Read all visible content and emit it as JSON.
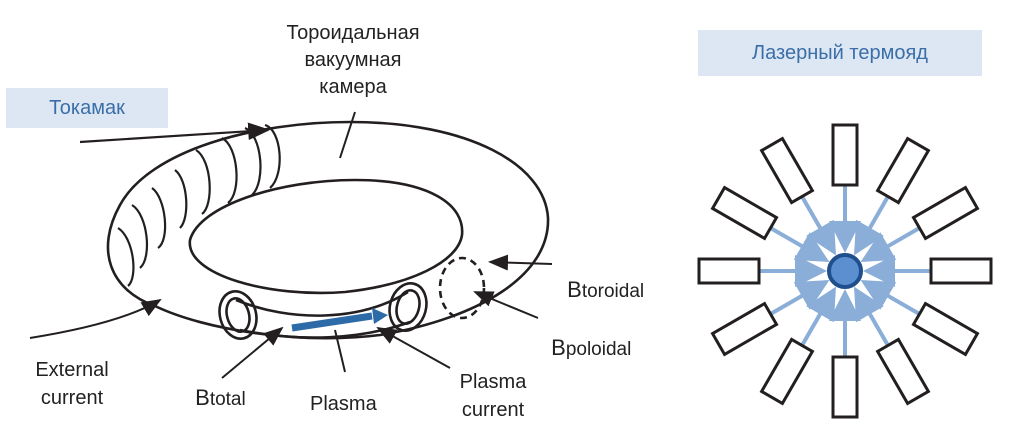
{
  "tokamak": {
    "title": "Токамак",
    "vacuum_chamber_label": "Тороидальная\nвакуумная\nкамера",
    "b_toroidal": {
      "main": "B",
      "sub": "toroidal"
    },
    "b_poloidal": {
      "main": "B",
      "sub": "poloidal"
    },
    "b_total": {
      "main": "B",
      "sub": "total"
    },
    "external_current": "External\ncurrent",
    "plasma": "Plasma",
    "plasma_current": "Plasma\ncurrent",
    "colors": {
      "line": "#231f20",
      "plasma_arrow": "#2c6aa8",
      "label_bg": "#dde7f3",
      "label_text": "#3a6ea8"
    }
  },
  "laser": {
    "title": "Лазерный термояд",
    "beam_count": 12,
    "colors": {
      "beam": "#8aaed8",
      "target_fill": "#5b8fd0",
      "target_stroke": "#1f4f8c",
      "box_stroke": "#231f20"
    }
  }
}
